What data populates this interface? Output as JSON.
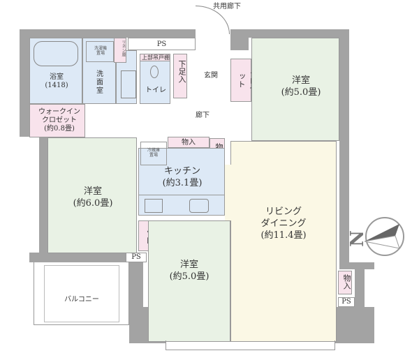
{
  "common_corridor": "共用廊下",
  "rooms": {
    "bath": "浴室\n(1418)",
    "washroom": "洗\n面\n室",
    "washer_space": "洗濯機\n置場",
    "linen": "リネン庫",
    "upper_cabinet": "上部吊戸棚",
    "toilet": "トイレ",
    "shoe_storage": "下足入",
    "entrance": "玄関",
    "closet_right": "クロゼット",
    "bedroom_right": "洋室\n(約5.0畳)",
    "walk_in_closet": "ウォークイン\nクロゼット\n(約0.8畳)",
    "hallway": "廊下",
    "storage_hall": "物入",
    "storage_kitchen": "物入",
    "fridge_space": "冷蔵庫\n置場",
    "kitchen": "キッチン\n(約3.1畳)",
    "bedroom_left": "洋室\n(約6.0畳)",
    "closet_mid": "クロゼット",
    "bedroom_bottom": "洋室\n(約5.0畳)",
    "living": "リビング\nダイニング\n(約11.4畳)",
    "storage_living": "物入",
    "balcony": "バルコニー",
    "ps_top": "PS",
    "ps_left": "PS",
    "ps_right": "PS"
  },
  "compass": {
    "label": "N",
    "icon": "compass-icon"
  },
  "colors": {
    "wall": "#a3a3a3",
    "wet": "#dde9f6",
    "bedroom": "#e9f2e5",
    "living": "#fbf8e5",
    "storage": "#f8e3ec"
  }
}
